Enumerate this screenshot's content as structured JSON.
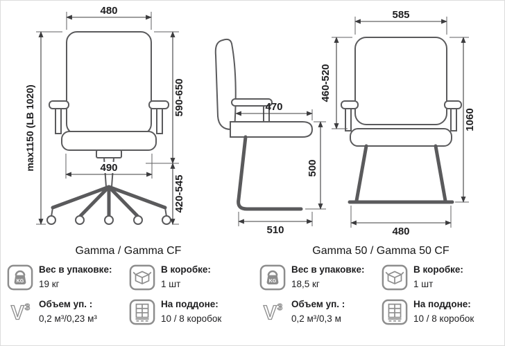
{
  "palette": {
    "drawing_line": "#5a5a5c",
    "dimension_line": "#3c3c3e",
    "dimension_text": "#1d1d1f",
    "icon_gray": "#8d8d8d"
  },
  "dimensions": {
    "front": {
      "top_width": "480",
      "overall_height": "max1150 (LB 1020)",
      "back_height": "590-650",
      "seat_width": "490",
      "seat_height_range": "420-545"
    },
    "side": {
      "seat_depth": "470",
      "seat_height": "500",
      "base_depth": "510"
    },
    "cf": {
      "top_width": "585",
      "back_height": "460-520",
      "overall_height": "1060",
      "base_width": "480"
    }
  },
  "products": [
    {
      "title": "Gamma / Gamma CF",
      "specs": [
        {
          "icon": "weight-kg-icon",
          "label": "Вес в упаковке:",
          "value": "19 кг"
        },
        {
          "icon": "box-icon",
          "label": "В коробке:",
          "value": "1 шт"
        },
        {
          "icon": "volume-v3-icon",
          "label": "Объем уп. :",
          "value": "0,2 м³/0,23 м³"
        },
        {
          "icon": "pallet-icon",
          "label": "На поддоне:",
          "value": "10 / 8 коробок"
        }
      ]
    },
    {
      "title": "Gamma 50 / Gamma 50 CF",
      "specs": [
        {
          "icon": "weight-kg-icon",
          "label": "Вес в упаковке:",
          "value": "18,5 кг"
        },
        {
          "icon": "box-icon",
          "label": "В коробке:",
          "value": "1 шт"
        },
        {
          "icon": "volume-v3-icon",
          "label": "Объем уп. :",
          "value": "0,2 м³/0,3 м"
        },
        {
          "icon": "pallet-icon",
          "label": "На поддоне:",
          "value": "10 / 8 коробок"
        }
      ]
    }
  ]
}
